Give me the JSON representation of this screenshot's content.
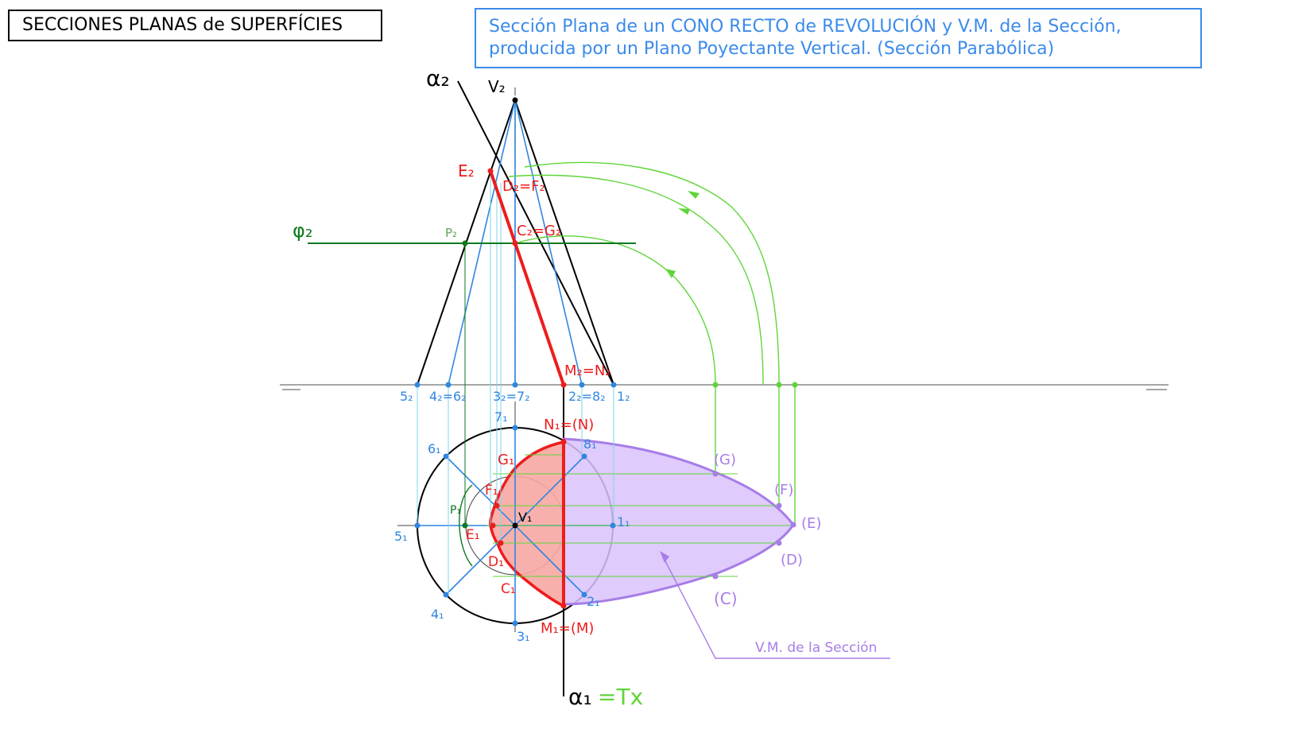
{
  "title": "SECCIONES PLANAS de SUPERFÍCIES",
  "subtitle": {
    "line1": "Sección Plana de un CONO RECTO de REVOLUCIÓN y V.M. de la Sección,",
    "line2": "producida por un Plano Poyectante Vertical. (Sección Parabólica)"
  },
  "colors": {
    "black": "#000000",
    "blue": "#2f86e0",
    "red": "#ee1c1c",
    "green": "#5fd53a",
    "darkgreen": "#0b7a1f",
    "purple": "#a77de8",
    "purpleFill": "#d9c2fb",
    "redFill": "#f7a7a3"
  },
  "labels": {
    "alpha2": "α₂",
    "v2": "V₂",
    "e2": "E₂",
    "d2f2": "D₂=F₂",
    "c2g2": "C₂=G₂",
    "phi2": "φ₂",
    "p2": "P₂",
    "m2n2": "M₂=N₂",
    "t5_2": "5₂",
    "t4g2": "4₂=6₂",
    "t3_7_2": "3₂=7₂",
    "t2_8_2": "2₂=8₂",
    "t1_2": "1₂",
    "t7_1": "7₁",
    "n1m": "N₁=(N)",
    "t8_1": "8₁",
    "g1": "G₁",
    "t6_1": "6₁",
    "f1": "F₁",
    "v1": "V₁",
    "p1": "P₁",
    "e1": "E₁",
    "t5_1": "5₁",
    "t1_1": "1₁",
    "d1": "D₁",
    "c1": "C₁",
    "t2_1": "2₁",
    "t4_1": "4₁",
    "t3_1": "3₁",
    "m1m": "M₁=(M)",
    "pg": "(G)",
    "pf": "(F)",
    "pe": "(E)",
    "pd": "(D)",
    "pc": "(C)",
    "vm": "V.M. de la Sección",
    "alpha1": "α₁",
    "tx": "=Tx"
  }
}
